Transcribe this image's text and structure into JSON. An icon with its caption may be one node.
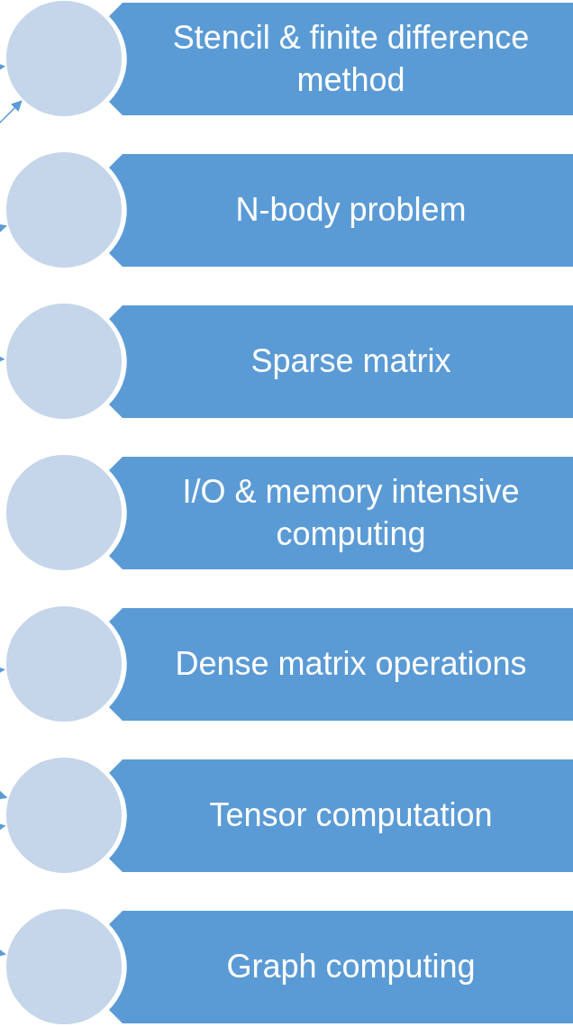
{
  "diagram": {
    "nodes": [
      {
        "text": [],
        "shape": "circle"
      },
      {
        "text": [
          "Stencil & finite difference method"
        ]
      },
      {
        "text": [],
        "shape": "circle"
      },
      {
        "text": [
          "N-body problem"
        ]
      },
      {
        "text": [],
        "shape": "circle"
      },
      {
        "text": [
          "Sparse matrix"
        ]
      },
      {
        "text": [],
        "shape": "circle"
      },
      {
        "text": [
          "I/O & memory intensive computing"
        ]
      },
      {
        "text": [],
        "shape": "circle"
      },
      {
        "text": [
          "Dense matrix operations"
        ]
      },
      {
        "text": [],
        "shape": "circle"
      },
      {
        "text": [
          "Tensor computation"
        ]
      },
      {
        "text": [],
        "shape": "circle"
      },
      {
        "text": [
          "Graph computing"
        ]
      }
    ],
    "edges": [
      {
        "from": null,
        "to": 0,
        "arrow": "to"
      },
      {
        "from": null,
        "to": 0,
        "arrow": "to"
      },
      {
        "from": null,
        "to": 2,
        "arrow": "to"
      },
      {
        "from": null,
        "to": 4,
        "arrow": "to"
      },
      {
        "from": null,
        "to": 8,
        "arrow": "to"
      },
      {
        "from": null,
        "to": 10,
        "arrow": "to"
      },
      {
        "from": null,
        "to": 10,
        "arrow": "to"
      },
      {
        "from": null,
        "to": 12,
        "arrow": "to"
      }
    ]
  }
}
